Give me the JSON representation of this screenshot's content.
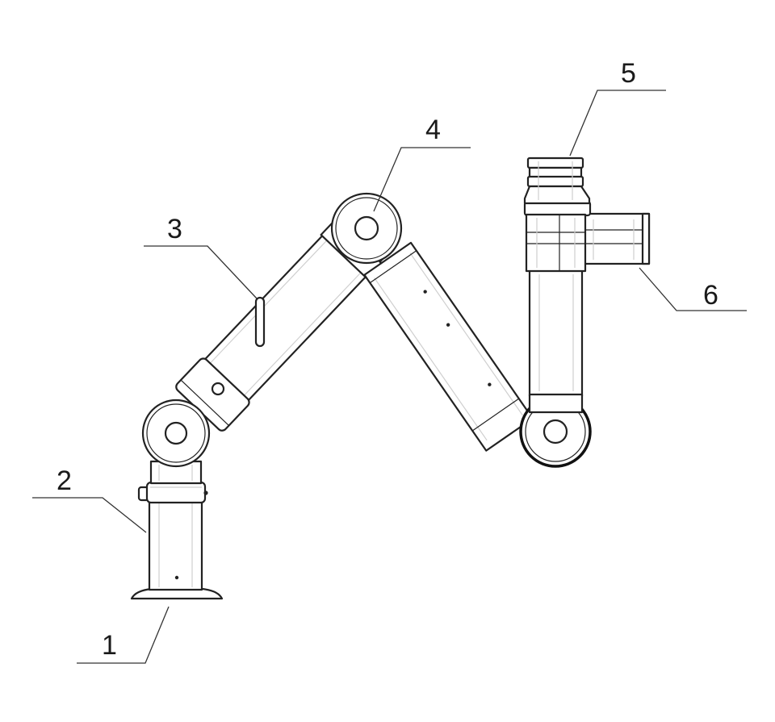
{
  "figure": {
    "labels": [
      "1",
      "2",
      "3",
      "4",
      "5",
      "6"
    ]
  }
}
